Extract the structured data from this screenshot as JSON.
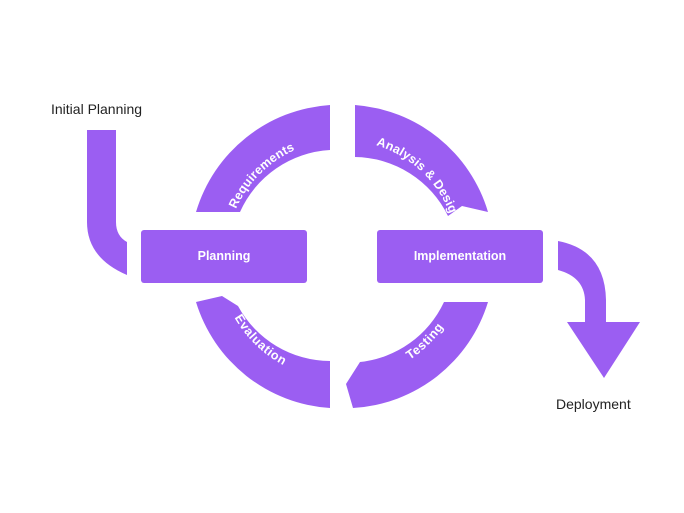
{
  "diagram": {
    "colors": {
      "shape": "#9b5ef2",
      "text_on_shape": "#ffffff",
      "outside_text": "#222222"
    },
    "start_label": "Initial Planning",
    "end_label": "Deployment",
    "boxes": {
      "left": "Planning",
      "right": "Implementation"
    },
    "arcs": {
      "top_left": "Requirements",
      "top_right": "Analysis & Design",
      "bottom_right": "Testing",
      "bottom_left": "Evaluation"
    }
  }
}
